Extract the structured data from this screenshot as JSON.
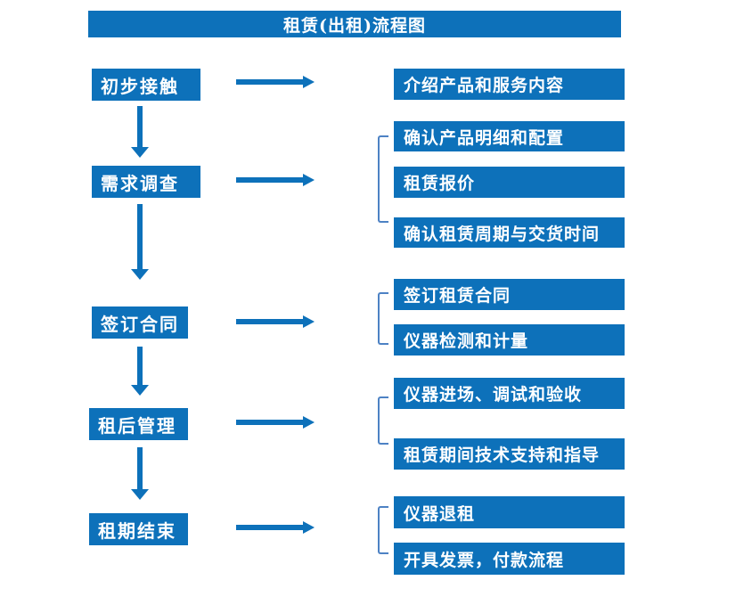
{
  "title": "租赁(出租)流程图",
  "colors": {
    "primary_blue": "#0d71ba",
    "bracket_blue": "#4d82c4",
    "text_on_primary": "#ffffff",
    "page_background": "#ffffff"
  },
  "stages": [
    {
      "label": "初步接触",
      "details": [
        "介绍产品和服务内容"
      ]
    },
    {
      "label": "需求调查",
      "details": [
        "确认产品明细和配置",
        "租赁报价",
        "确认租赁周期与交货时间"
      ]
    },
    {
      "label": "签订合同",
      "details": [
        "签订租赁合同",
        "仪器检测和计量"
      ]
    },
    {
      "label": "租后管理",
      "details": [
        "仪器进场、调试和验收",
        "租赁期间技术支持和指导"
      ]
    },
    {
      "label": "租期结束",
      "details": [
        "仪器退租",
        "开具发票，付款流程"
      ]
    }
  ]
}
